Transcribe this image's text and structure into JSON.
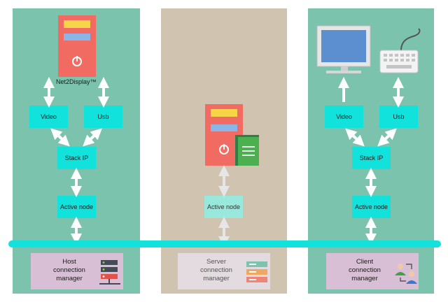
{
  "host": {
    "caption": "Net2Display™",
    "video": "Video",
    "usb": "Usb",
    "stack": "Stack IP",
    "node": "Active node",
    "manager": [
      "Host",
      "connection",
      "manager"
    ]
  },
  "server": {
    "node": "Active node",
    "manager": [
      "Server",
      "connection",
      "manager"
    ]
  },
  "client": {
    "video": "Video",
    "usb": "Usb",
    "stack": "Stack IP",
    "node": "Active node",
    "manager": [
      "Client",
      "connection",
      "manager"
    ]
  },
  "colors": {
    "panel_green": "#7cc3ae",
    "panel_beige": "#d0c4b1",
    "node_cyan": "#12e2dc",
    "manager_pink": "#d9bfd6"
  },
  "icons": {
    "host_device": "tower-computer-icon",
    "server_device": "tower-computer-icon",
    "server_book": "book-icon",
    "client_monitor": "monitor-icon",
    "client_keyboard": "keyboard-mouse-icon",
    "host_manager": "server-network-icon",
    "server_manager": "server-rack-icon",
    "client_manager": "users-network-icon"
  }
}
